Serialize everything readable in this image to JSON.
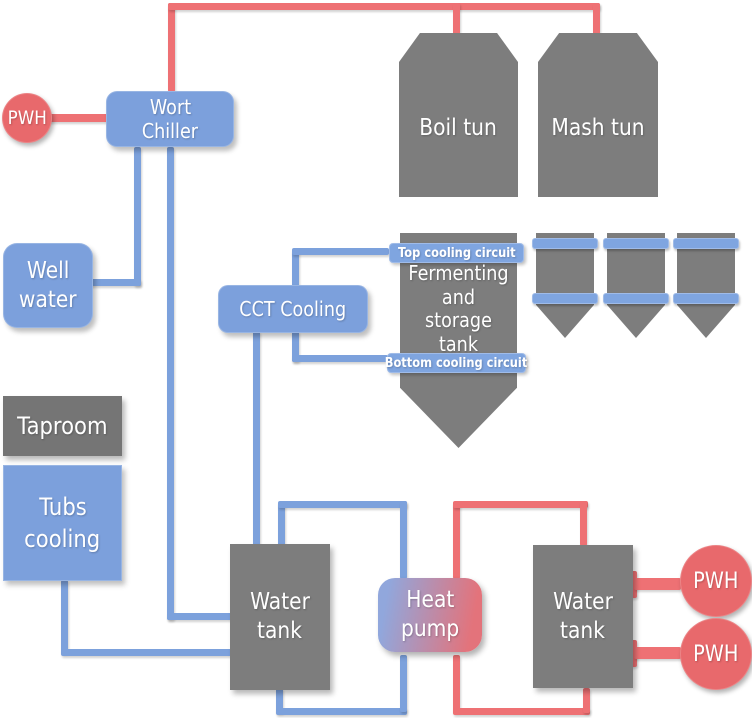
{
  "diagram": {
    "background": "#ffffff",
    "nodes": {
      "pwh_left": {
        "label": "PWH"
      },
      "wort_chiller": {
        "lines": [
          "Wort",
          "Chiller"
        ]
      },
      "boil_tun": {
        "label": "Boil tun"
      },
      "mash_tun": {
        "label": "Mash tun"
      },
      "well_water": {
        "lines": [
          "Well",
          "water"
        ]
      },
      "cct_cooling": {
        "label": "CCT Cooling"
      },
      "fermenting_tank": {
        "lines": [
          "Fermenting",
          "and",
          "storage",
          "tank"
        ],
        "top_band_label": "Top cooling circuit",
        "bottom_band_label": "Bottom cooling circuit"
      },
      "taproom": {
        "label": "Taproom"
      },
      "tubs_cooling": {
        "lines": [
          "Tubs",
          "cooling"
        ]
      },
      "water_tank_left": {
        "lines": [
          "Water",
          "tank"
        ]
      },
      "heat_pump": {
        "lines": [
          "Heat",
          "pump"
        ]
      },
      "water_tank_right": {
        "lines": [
          "Water",
          "tank"
        ]
      },
      "pwh_right_top": {
        "label": "PWH"
      },
      "pwh_right_bottom": {
        "label": "PWH"
      }
    },
    "colors": {
      "pipe_blue": "#7CA1DC",
      "pipe_red": "#EE7174",
      "node_blue": "#7CA0DC",
      "band_blue": "#7FA5E0",
      "tank_gray": "#7D7D7D",
      "taproom_gray": "#757575",
      "pwh_red": "#E8696C",
      "heat_pump_blue": "#91A7DC",
      "heat_pump_red": "#E3737B",
      "label_text": "#FFFFFF"
    }
  }
}
